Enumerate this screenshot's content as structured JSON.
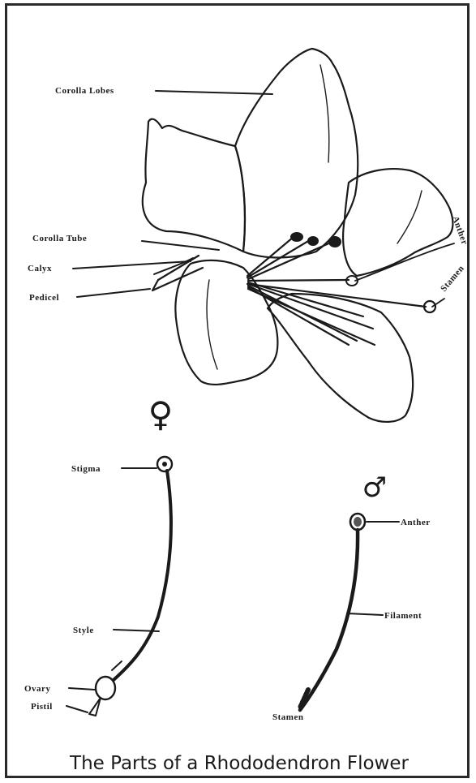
{
  "labels": {
    "corolla_lobes": "Corolla Lobes",
    "corolla_tube": "Corolla Tube",
    "calyx": "Calyx",
    "pedicel": "Pedicel",
    "anther_top": "Anther",
    "stamen_top": "Stamen",
    "stigma": "Stigma",
    "style": "Style",
    "ovary": "Ovary",
    "pistil": "Pistil",
    "anther_detail": "Anther",
    "filament": "Filament",
    "stamen_detail": "Stamen"
  },
  "symbols": {
    "female": "♀",
    "male": "♂"
  },
  "caption": "The Parts of a Rhododendron Flower"
}
